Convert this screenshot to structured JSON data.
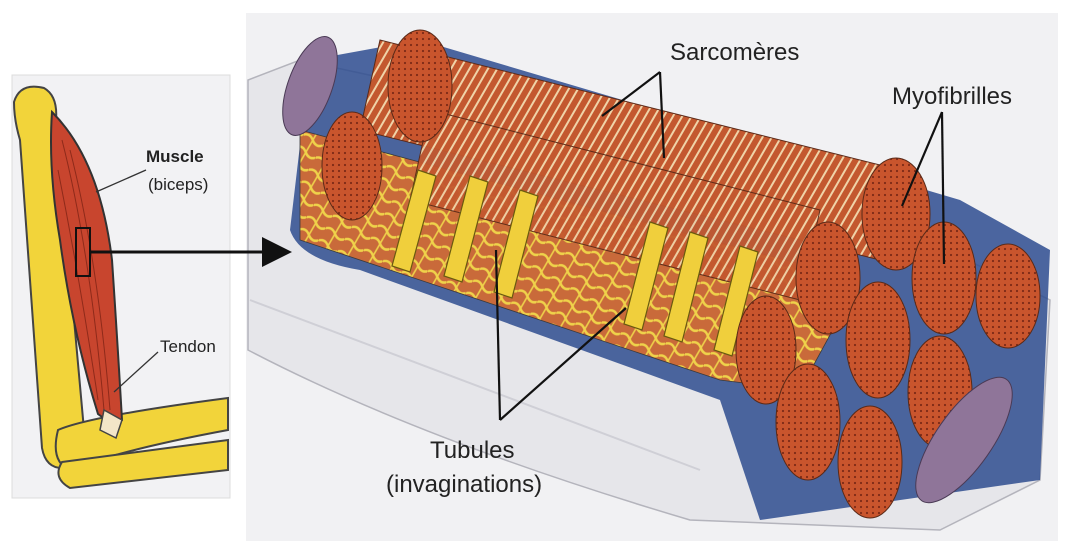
{
  "labels": {
    "muscle": "Muscle",
    "biceps": "(biceps)",
    "tendon": "Tendon",
    "sarcomeres": "Sarcomères",
    "myofibrilles": "Myofibrilles",
    "tubules": "Tubules",
    "invaginations": "(invaginations)"
  },
  "colors": {
    "bone": "#f2d43a",
    "muscle_red": "#c8452e",
    "myofibril_red": "#c3582f",
    "membrane_blue": "#2e4c8f",
    "tubule_yellow": "#f0cf3c",
    "nucleus_purple": "#8f7599",
    "sheath_grey": "#e6e6ea"
  }
}
